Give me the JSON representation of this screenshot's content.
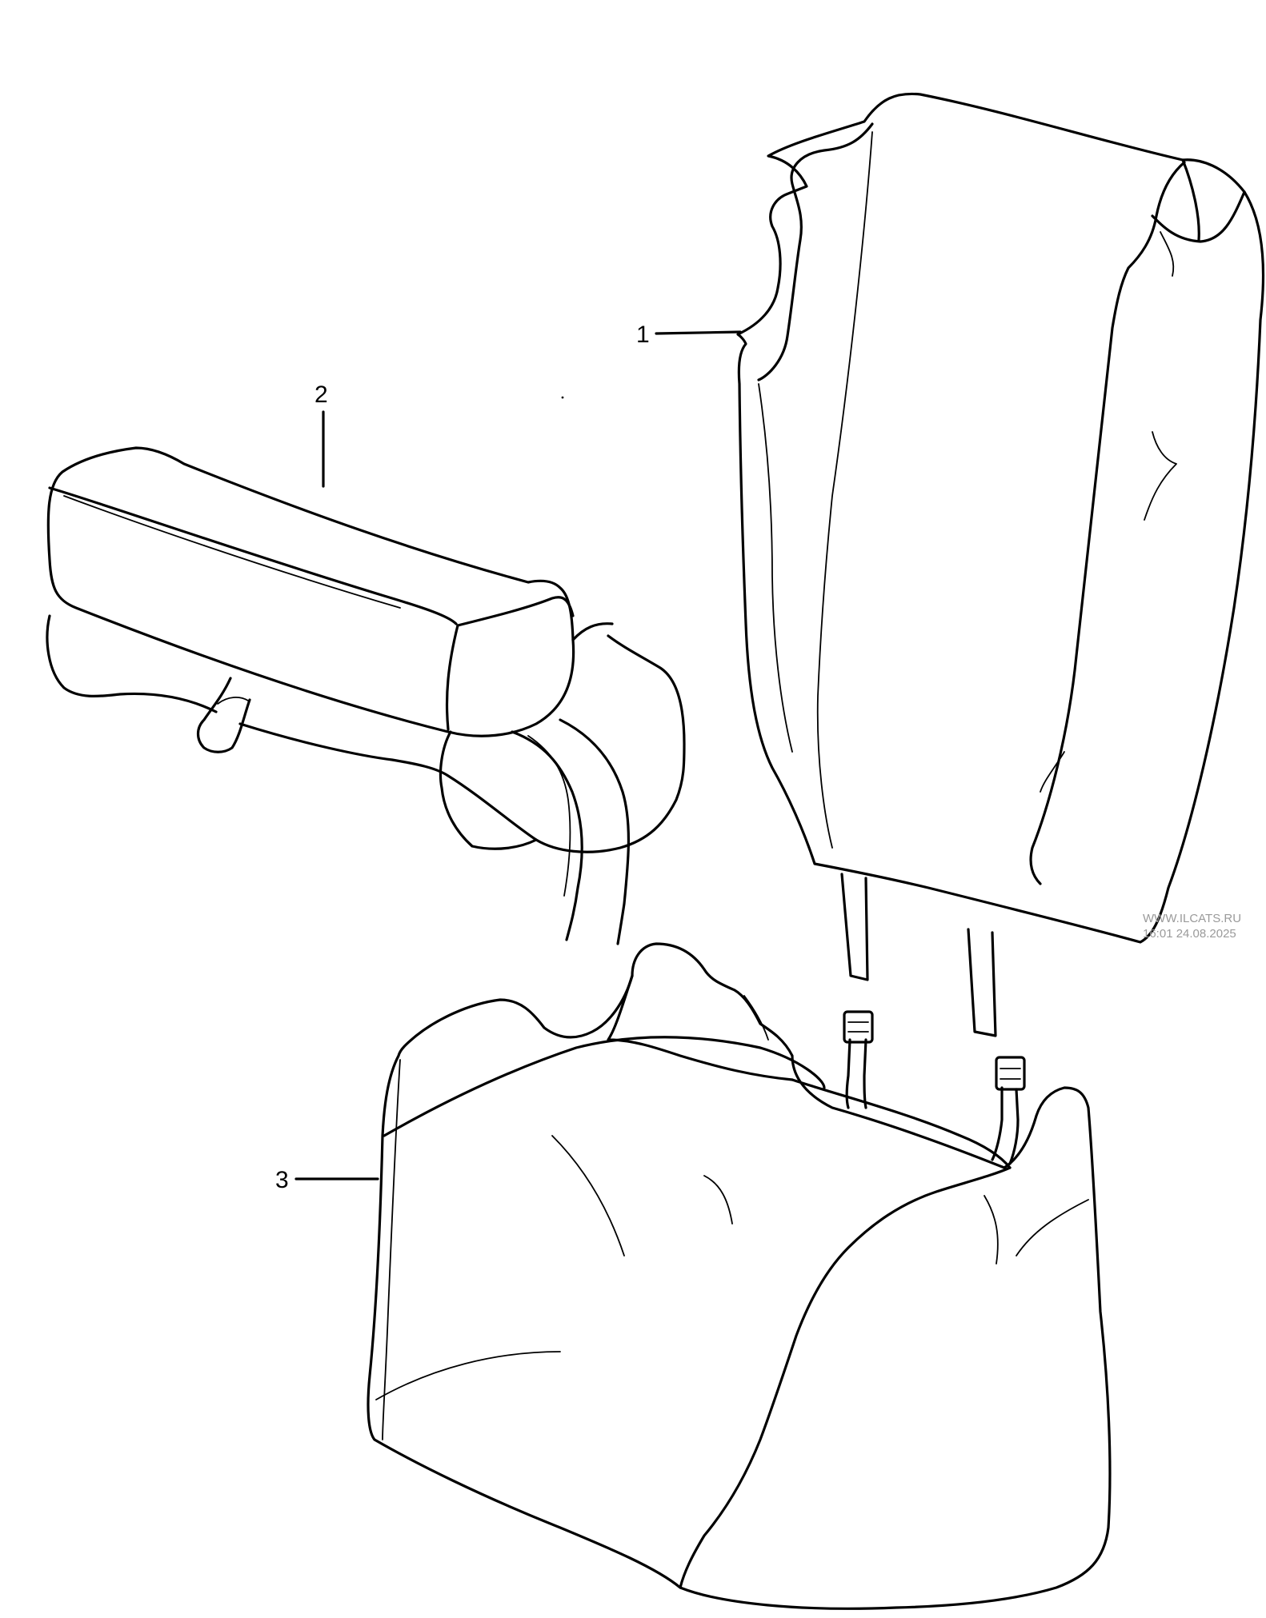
{
  "diagram": {
    "callouts": [
      {
        "id": "1",
        "label": "1"
      },
      {
        "id": "2",
        "label": "2"
      },
      {
        "id": "3",
        "label": "3"
      }
    ],
    "watermark": {
      "line1": "WWW.ILCATS.RU",
      "line2": "16:01 24.08.2025"
    },
    "colors": {
      "ink": "#000000",
      "watermark": "#9a9a9a",
      "background": "#ffffff"
    }
  }
}
